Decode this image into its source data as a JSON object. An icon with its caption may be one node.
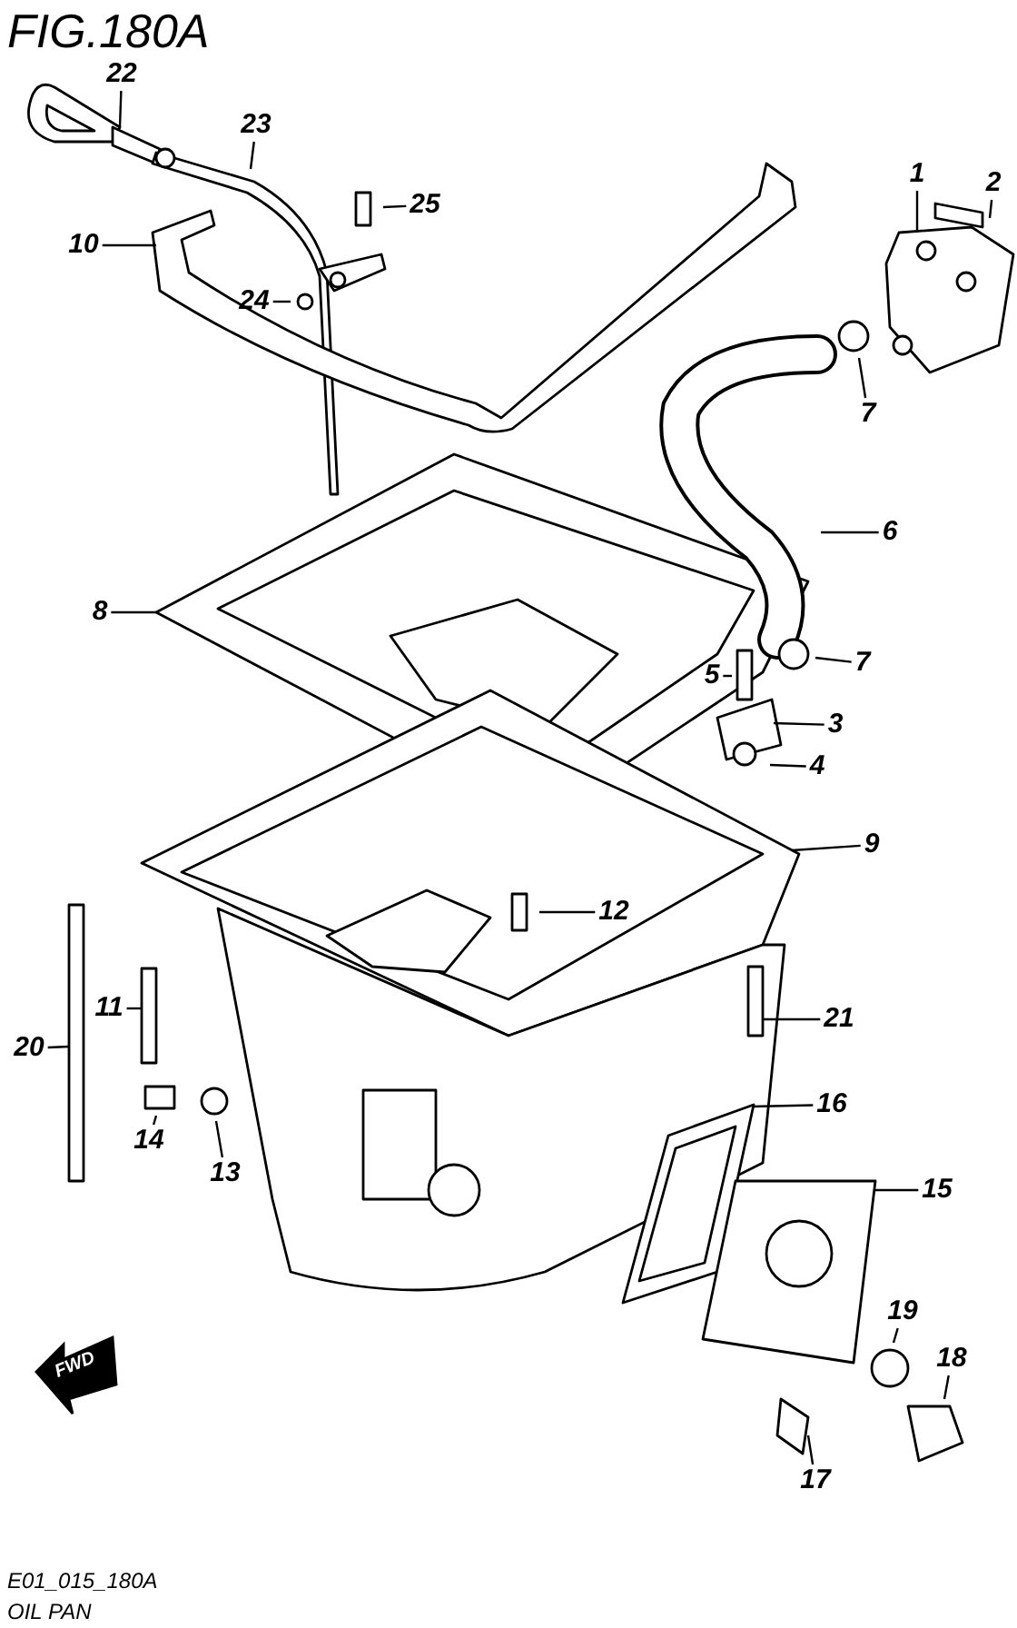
{
  "diagram": {
    "title": "FIG.180A",
    "nodes": [
      {
        "text": [
          "22"
        ]
      },
      {
        "text": [
          "2"
        ]
      },
      {
        "text": [
          "23"
        ]
      },
      {
        "text": [
          "1"
        ]
      },
      {
        "text": [
          "25"
        ]
      },
      {
        "text": [
          "10"
        ]
      },
      {
        "text": [
          "24"
        ]
      },
      {
        "text": [
          "7"
        ]
      },
      {
        "text": [
          "6"
        ]
      },
      {
        "text": [
          "8"
        ]
      },
      {
        "text": [
          "7"
        ]
      },
      {
        "text": [
          "5"
        ]
      },
      {
        "text": [
          "3"
        ]
      },
      {
        "text": [
          "4"
        ]
      },
      {
        "text": [
          "9"
        ]
      },
      {
        "text": [
          "12"
        ]
      },
      {
        "text": [
          "11"
        ]
      },
      {
        "text": [
          "21"
        ]
      },
      {
        "text": [
          "20"
        ]
      },
      {
        "text": [
          "16"
        ]
      },
      {
        "text": [
          "14"
        ]
      },
      {
        "text": [
          "13"
        ]
      },
      {
        "text": [
          "15"
        ]
      },
      {
        "text": [
          "19"
        ]
      },
      {
        "text": [
          "18"
        ]
      },
      {
        "text": [
          "17"
        ]
      }
    ],
    "edges": [
      {
        "from": 0,
        "to": null,
        "arrow": "none"
      },
      {
        "from": 1,
        "to": null,
        "arrow": "none"
      },
      {
        "from": 2,
        "to": null,
        "arrow": "none"
      },
      {
        "from": 3,
        "to": null,
        "arrow": "none"
      },
      {
        "from": 4,
        "to": null,
        "arrow": "none"
      },
      {
        "from": 5,
        "to": null,
        "arrow": "none"
      },
      {
        "from": 6,
        "to": null,
        "arrow": "none"
      },
      {
        "from": 7,
        "to": null,
        "arrow": "none"
      },
      {
        "from": 8,
        "to": null,
        "arrow": "none"
      },
      {
        "from": 9,
        "to": null,
        "arrow": "none"
      },
      {
        "from": 10,
        "to": null,
        "arrow": "none"
      },
      {
        "from": 11,
        "to": null,
        "arrow": "none"
      },
      {
        "from": 12,
        "to": null,
        "arrow": "none"
      },
      {
        "from": 13,
        "to": null,
        "arrow": "none"
      },
      {
        "from": 14,
        "to": null,
        "arrow": "none"
      },
      {
        "from": 15,
        "to": null,
        "arrow": "none"
      },
      {
        "from": 16,
        "to": null,
        "arrow": "none"
      },
      {
        "from": 17,
        "to": null,
        "arrow": "none"
      },
      {
        "from": 18,
        "to": null,
        "arrow": "none"
      },
      {
        "from": 19,
        "to": null,
        "arrow": "none"
      },
      {
        "from": 20,
        "to": null,
        "arrow": "none"
      },
      {
        "from": 21,
        "to": null,
        "arrow": "none"
      },
      {
        "from": 22,
        "to": null,
        "arrow": "none"
      },
      {
        "from": 23,
        "to": null,
        "arrow": "none"
      },
      {
        "from": 24,
        "to": null,
        "arrow": "none"
      },
      {
        "from": 25,
        "to": null,
        "arrow": "none"
      }
    ],
    "labels": [
      "FWD",
      "E01_015_180A",
      "OIL PAN"
    ]
  }
}
